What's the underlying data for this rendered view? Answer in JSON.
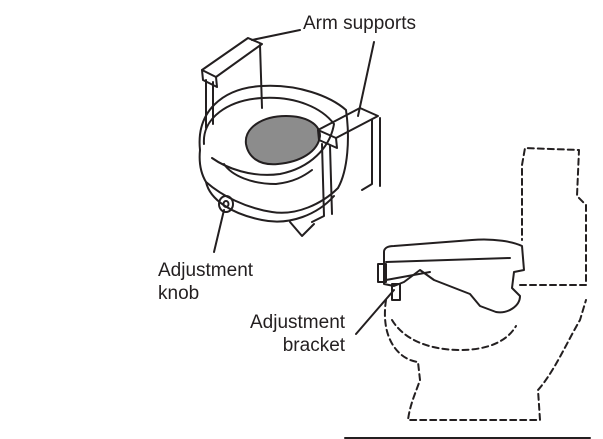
{
  "labels": {
    "arm_supports": "Arm supports",
    "adjustment_knob_line1": "Adjustment",
    "adjustment_knob_line2": "knob",
    "adjustment_bracket_line1": "Adjustment",
    "adjustment_bracket_line2": "bracket"
  },
  "colors": {
    "line": "#231f20",
    "seat_recess": "#8c8c8c",
    "background": "#ffffff"
  }
}
